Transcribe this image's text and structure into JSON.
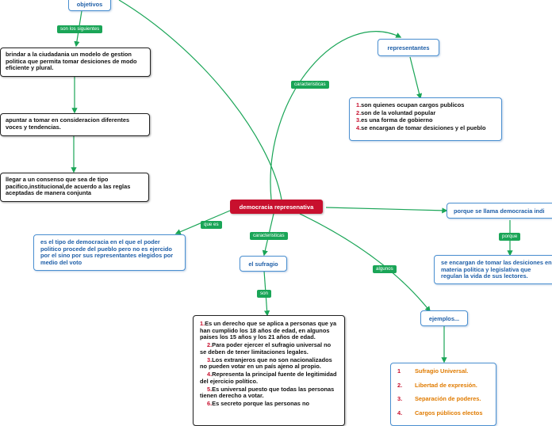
{
  "center": {
    "label": "democracia represenativa"
  },
  "tags": {
    "son_los_siguientes": "son los siguientes",
    "caracteristicas_top": "caracteristicas",
    "caracteristicas_mid": "caracteristicas",
    "que_es": "que es",
    "son": "son",
    "algunos": "algunos",
    "porque": "porque"
  },
  "objetivos": {
    "title": "objetivos",
    "items": [
      "brindar a la ciudadania un modelo de gestion politica que permita tomar desiciones de modo eficiente y plural.",
      "apuntar a tomar en consideracion diferentes voces y tendencias.",
      "llegar a un consenso que sea de tipo pacifico,institucional,de acuerdo a las reglas aceptadas de manera conjunta"
    ]
  },
  "representantes": {
    "title": "representantes",
    "items": [
      {
        "n": "1.",
        "t": "son quienes ocupan cargos publicos"
      },
      {
        "n": "2.",
        "t": "son de la voluntad popular"
      },
      {
        "n": "3.",
        "t": "es una forma de gobierno"
      },
      {
        "n": "4.",
        "t": "se encargan de tomar desiciones y el pueblo"
      }
    ]
  },
  "definicion": {
    "text": "es el tipo de democracia en el que el poder politico procede del pueblo pero no es ejercido por el sino por sus representantes elegidos por medio del voto"
  },
  "sufragio": {
    "title": "el sufragio",
    "items": [
      {
        "n": "1.",
        "t": "Es un derecho que se aplica a personas que ya han cumplido los 18 años de edad, en algunos paises los 15 años y los 21 años de edad."
      },
      {
        "n": "2.",
        "t": "Para poder ejercer el sufragio universal no se deben de tener limitaciones legales."
      },
      {
        "n": "3.",
        "t": "Los extranjeros que no son nacionalizados no pueden votar en un país ajeno al propio."
      },
      {
        "n": "4.",
        "t": "Representa la principal fuente de legitimidad del ejercicio político."
      },
      {
        "n": "5.",
        "t": "Es universal puesto que todas las personas tienen derecho a votar."
      },
      {
        "n": "6.",
        "t": "Es secreto porque las personas no"
      }
    ]
  },
  "porque_llama": {
    "title": "porque se llama democracia indi"
  },
  "porque_texto": {
    "text": "se encargan de tomar las desiciones en materia politica y legislativa que regulan la vida de sus lectores."
  },
  "ejemplos": {
    "title": "ejemplos...",
    "items": [
      {
        "n": "1",
        "t": "Sufragio Universal."
      },
      {
        "n": "2.",
        "t": "Libertad de expresión."
      },
      {
        "n": "3.",
        "t": "Separación de poderes."
      },
      {
        "n": "4.",
        "t": "Cargos públicos electos"
      }
    ]
  }
}
